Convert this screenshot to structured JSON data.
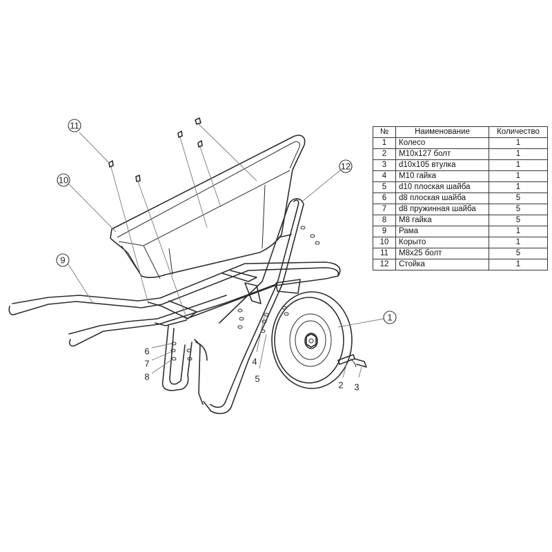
{
  "table": {
    "headers": {
      "no": "№",
      "name": "Наименование",
      "qty": "Количество"
    },
    "rows": [
      {
        "no": "1",
        "name": "Колесо",
        "qty": "1"
      },
      {
        "no": "2",
        "name": "M10x127 болт",
        "qty": "1"
      },
      {
        "no": "3",
        "name": "d10x105 втулка",
        "qty": "1"
      },
      {
        "no": "4",
        "name": "M10 гайка",
        "qty": "1"
      },
      {
        "no": "5",
        "name": "d10 плоская шайба",
        "qty": "1"
      },
      {
        "no": "6",
        "name": "d8 плоская шайба",
        "qty": "5"
      },
      {
        "no": "7",
        "name": "d8 пружинная шайба",
        "qty": "5"
      },
      {
        "no": "8",
        "name": "M8 гайка",
        "qty": "5"
      },
      {
        "no": "9",
        "name": "Рама",
        "qty": "1"
      },
      {
        "no": "10",
        "name": "Корыто",
        "qty": "1"
      },
      {
        "no": "11",
        "name": "M8x25 болт",
        "qty": "5"
      },
      {
        "no": "12",
        "name": "Стойка",
        "qty": "1"
      }
    ]
  },
  "callouts": {
    "c1": "1",
    "c2": "2",
    "c3": "3",
    "c4": "4",
    "c5": "5",
    "c6": "6",
    "c7": "7",
    "c8": "8",
    "c9": "9",
    "c10": "10",
    "c11": "11",
    "c12": "12"
  }
}
